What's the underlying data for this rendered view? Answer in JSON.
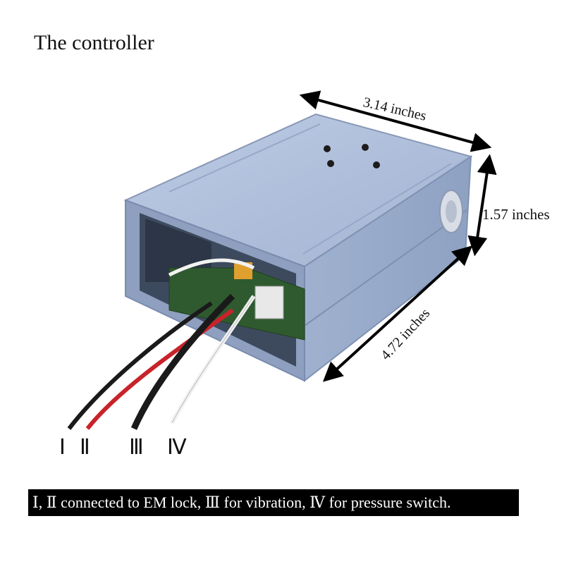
{
  "title": "The controller",
  "dimensions": {
    "width": "3.14 inches",
    "height": "1.57 inches",
    "length": "4.72 inches"
  },
  "wires": {
    "i": "Ⅰ",
    "ii": "Ⅱ",
    "iii": "Ⅲ",
    "iv": "Ⅳ"
  },
  "caption": "Ⅰ, Ⅱ  connected to EM lock, Ⅲ  for vibration,  Ⅳ for pressure switch.",
  "colors": {
    "enclosure": "#a9b9d6",
    "enclosure_dark": "#8797b5",
    "pcb": "#2f5a2f",
    "wire_red": "#c8232a",
    "wire_black": "#1a1a1a",
    "wire_white": "#f2f2f2"
  }
}
